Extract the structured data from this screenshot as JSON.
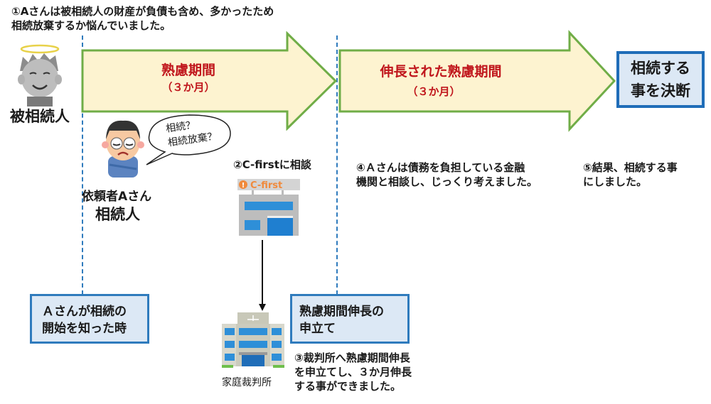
{
  "notes": {
    "step1": "①Aさんは被相続人の財産が負債も含め、多かったため\n相続放棄するか悩んでいました。",
    "step2": "②C-firstに相談",
    "step3": "③裁判所へ熟慮期間伸長\nを申立てし、３か月伸長\nする事ができました。",
    "step4": "④Ａさんは債務を負担している金融\n機関と相談し、じっくり考えました。",
    "step5": "⑤結果、相続する事\nにしました。"
  },
  "arrows": [
    {
      "title": "熟慮期間",
      "subtitle": "（３か月）"
    },
    {
      "title": "伸長された熟慮期間",
      "subtitle": "（３か月）"
    }
  ],
  "decision": {
    "label": "相続する\n事を決断"
  },
  "boxes": {
    "start": "Ａさんが相続の\n開始を知った時",
    "extension": "熟慮期間伸長の\n申立て"
  },
  "people": {
    "deceased": "被相続人",
    "client_line1": "依頼者Aさん",
    "client_line2": "相続人",
    "speech": "相続？\n相続放棄？"
  },
  "buildings": {
    "office_sign": "C-first",
    "court": "家庭裁判所"
  },
  "colors": {
    "arrow_fill": "#fdf3d0",
    "arrow_border": "#70ad47",
    "arrow_text": "#c0161c",
    "box_fill": "#dce8f5",
    "box_border": "#2f7bbd",
    "dashed_line": "#2f7bbd"
  }
}
